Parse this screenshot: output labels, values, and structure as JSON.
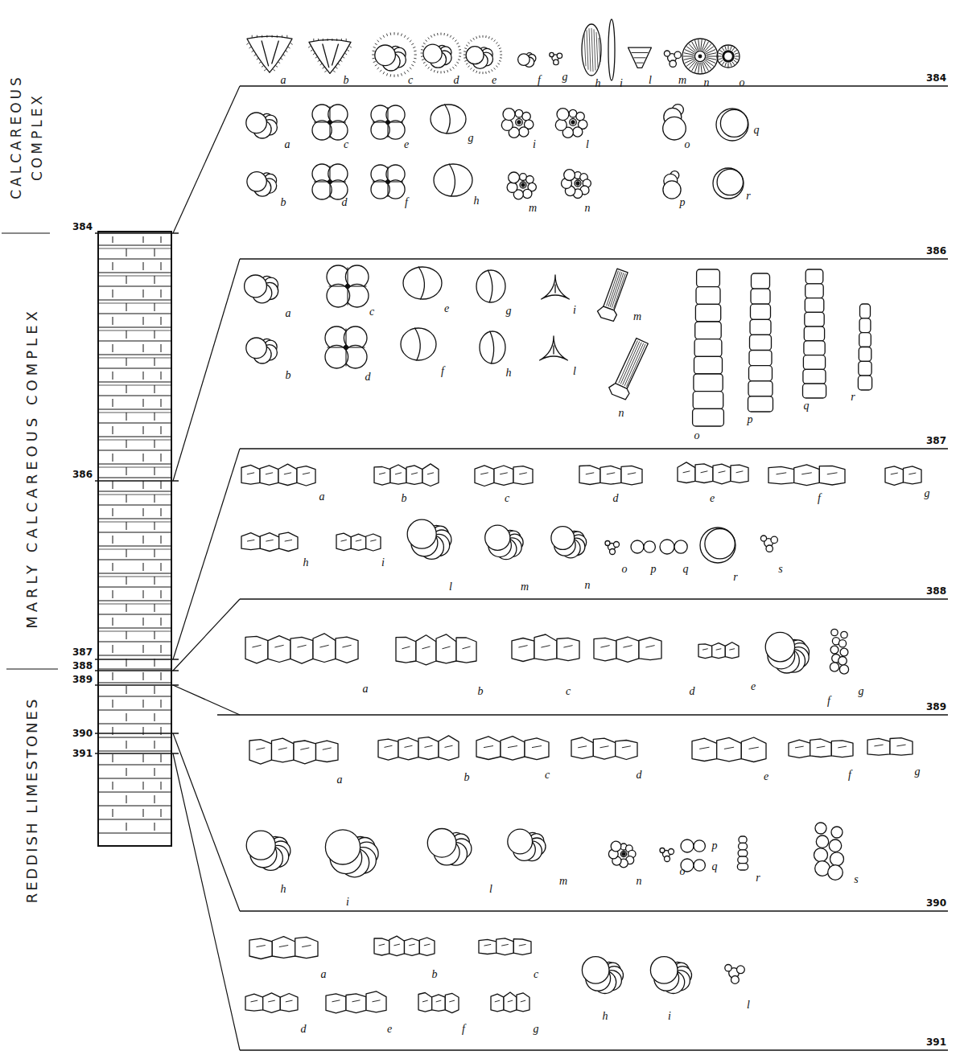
{
  "diagram": {
    "labels": [
      "CALCAREOUS COMPLEX",
      "MARLY CALCAREOUS COMPLEX",
      "REDDISH LIMESTONES",
      "384",
      "386",
      "387",
      "388",
      "389",
      "390",
      "391",
      "a",
      "b",
      "c",
      "d",
      "e",
      "f",
      "g",
      "h",
      "i",
      "l",
      "m",
      "n",
      "o",
      "384",
      "a",
      "b",
      "c",
      "d",
      "e",
      "f",
      "g",
      "h",
      "i",
      "l",
      "m",
      "n",
      "o",
      "p",
      "q",
      "r",
      "386",
      "a",
      "b",
      "c",
      "d",
      "e",
      "f",
      "g",
      "h",
      "i",
      "l",
      "m",
      "n",
      "o",
      "p",
      "q",
      "r",
      "387",
      "a",
      "b",
      "c",
      "d",
      "e",
      "f",
      "g",
      "h",
      "i",
      "l",
      "m",
      "n",
      "o",
      "p",
      "q",
      "r",
      "s",
      "388",
      "a",
      "b",
      "c",
      "d",
      "e",
      "f",
      "g",
      "389",
      "a",
      "b",
      "c",
      "d",
      "e",
      "f",
      "g",
      "h",
      "i",
      "l",
      "m",
      "n",
      "o",
      "p",
      "q",
      "r",
      "s",
      "390",
      "a",
      "b",
      "c",
      "d",
      "e",
      "f",
      "g",
      "h",
      "i",
      "l",
      "391"
    ]
  }
}
